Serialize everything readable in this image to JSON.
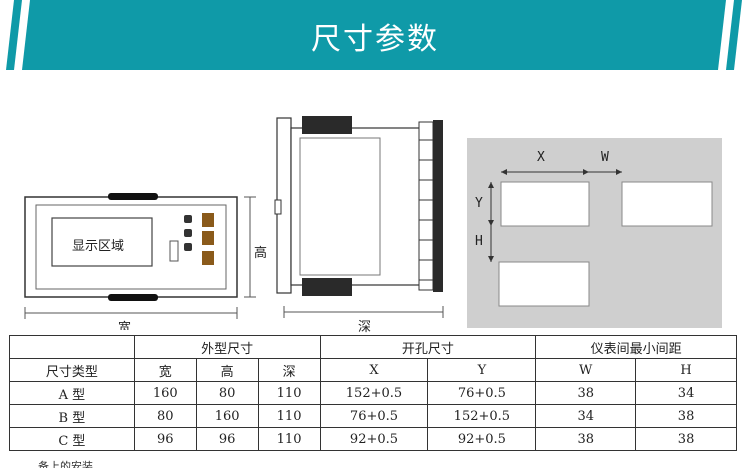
{
  "banner": {
    "title": "尺寸参数",
    "color": "#0f9aa8"
  },
  "front_view": {
    "display_label": "显示区域",
    "width_label": "宽",
    "height_label": "高"
  },
  "side_view": {
    "depth_label": "深"
  },
  "cutout_view": {
    "x_label": "X",
    "y_label": "Y",
    "w_label": "W",
    "h_label": "H"
  },
  "table": {
    "group_headers": [
      "外型尺寸",
      "开孔尺寸",
      "仪表间最小间距"
    ],
    "col_headers": [
      "尺寸类型",
      "宽",
      "高",
      "深",
      "X",
      "Y",
      "W",
      "H"
    ],
    "rows": [
      [
        "A 型",
        "160",
        "80",
        "110",
        "152+0.5",
        "76+0.5",
        "38",
        "34"
      ],
      [
        "B 型",
        "80",
        "160",
        "110",
        "76+0.5",
        "152+0.5",
        "34",
        "38"
      ],
      [
        "C 型",
        "96",
        "96",
        "110",
        "92+0.5",
        "92+0.5",
        "38",
        "38"
      ]
    ]
  },
  "footnote": "备上的安装"
}
